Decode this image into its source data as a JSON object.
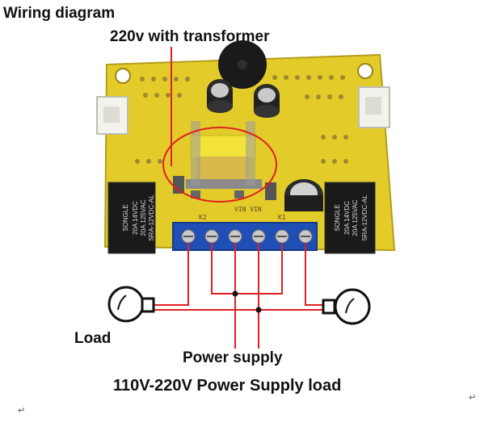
{
  "texts": {
    "title": "Wiring diagram",
    "subtitle": "220v with transformer",
    "load": "Load",
    "power_supply": "Power supply",
    "caption": "110V-220V Power Supply load",
    "mark_left": "↵",
    "mark_right": "↵"
  },
  "board": {
    "silkscreen_k2": "K2",
    "silkscreen_vin": "VIN VIN",
    "silkscreen_k1": "K1",
    "relay_left_line1": "20A 14VDC",
    "relay_left_line2": "20A 125VAC",
    "relay_left_model": "SRA-12VDC-AL",
    "relay_right_line1": "20A 14VDC",
    "relay_right_line2": "20A 125VAC",
    "relay_right_model": "SRA-12VDC-AL",
    "relay_brand": "SONGLE"
  },
  "colors": {
    "board": "#e3cc2a",
    "annotation": "#e02020",
    "terminal_block": "#1f4fb5",
    "relay": "#1a1a1a",
    "transformer_coil": "#f2e23a"
  }
}
